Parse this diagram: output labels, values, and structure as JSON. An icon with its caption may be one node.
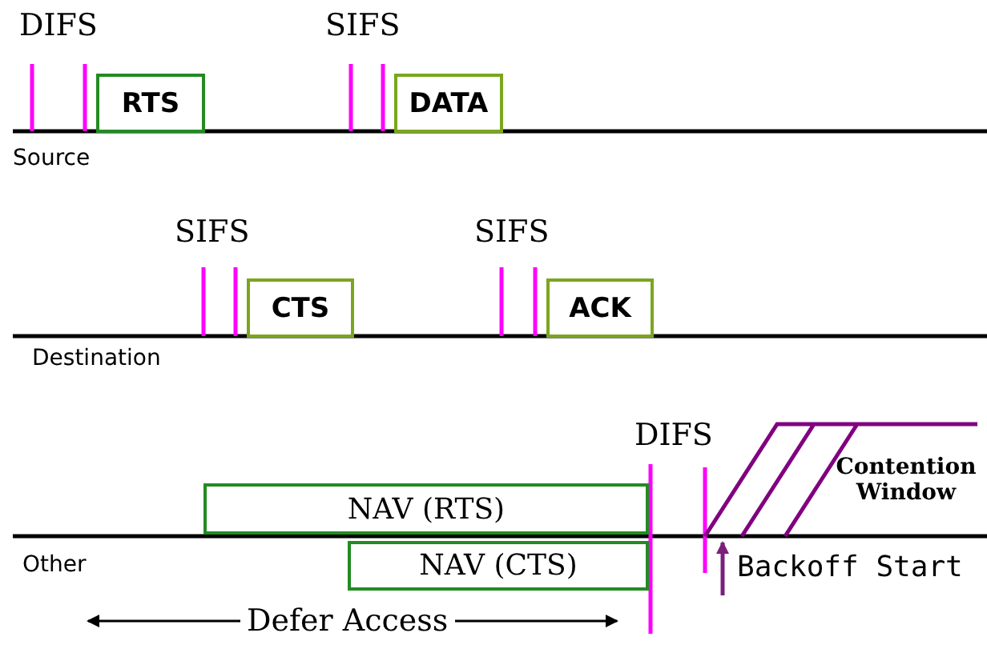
{
  "diagram": {
    "nodes": [
      {
        "text": [
          "RTS"
        ]
      },
      {
        "text": [
          "DATA"
        ]
      },
      {
        "text": [
          "CTS"
        ]
      },
      {
        "text": [
          "ACK"
        ]
      },
      {
        "text": [
          "NAV (RTS)"
        ]
      },
      {
        "text": [
          "NAV (CTS)"
        ]
      }
    ],
    "labels": [
      "DIFS",
      "SIFS",
      "Source",
      "SIFS",
      "SIFS",
      "Destination",
      "DIFS",
      "Contention Window",
      "Other",
      "Backoff Start",
      "Defer Access"
    ]
  }
}
